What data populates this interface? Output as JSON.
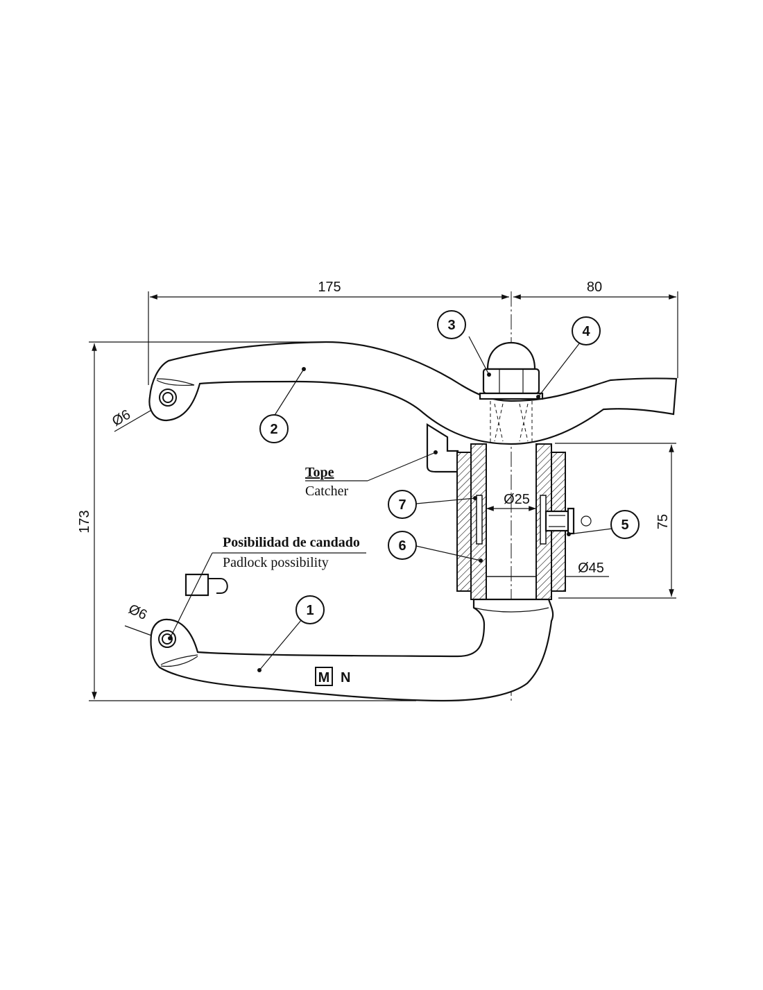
{
  "dimensions": {
    "top_left": "175",
    "top_right": "80",
    "height": "173",
    "right_height": "75",
    "bore": "Ø25",
    "outer": "Ø45",
    "hole_top": "Ø6",
    "hole_bottom": "Ø6"
  },
  "balloons": {
    "b1": "1",
    "b2": "2",
    "b3": "3",
    "b4": "4",
    "b5": "5",
    "b6": "6",
    "b7": "7"
  },
  "notes": {
    "tope": "Tope",
    "catcher": "Catcher",
    "padlock_es": "Posibilidad de candado",
    "padlock_en": "Padlock possibility"
  },
  "mark": {
    "m": "M",
    "n": "N"
  }
}
